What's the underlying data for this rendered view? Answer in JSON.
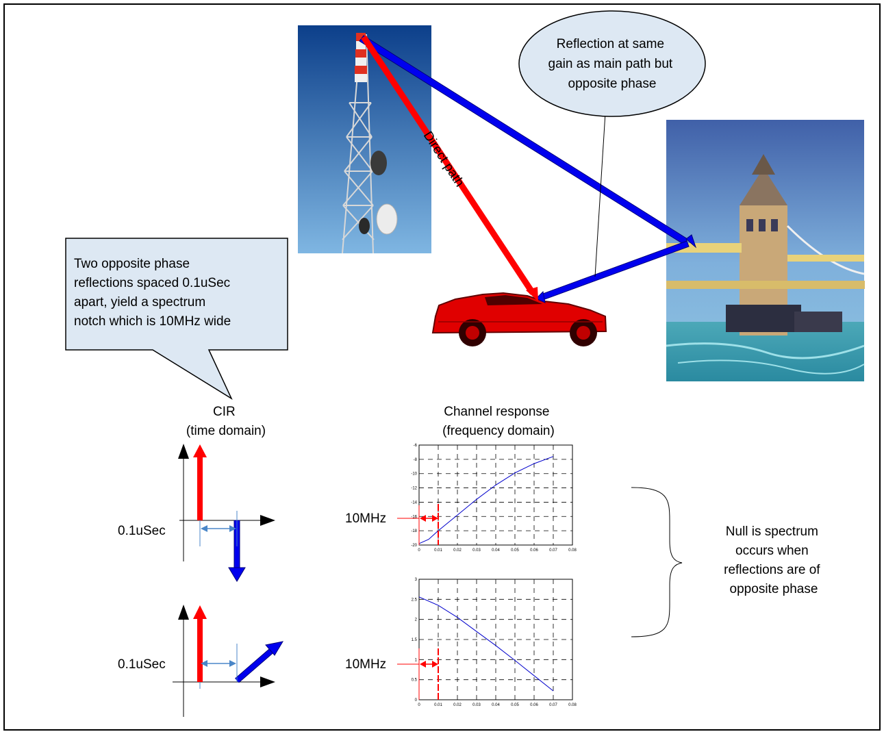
{
  "labels": {
    "reflection_callout": [
      "Reflection at same",
      "gain as main path but",
      "opposite phase"
    ],
    "two_reflections_callout": [
      "Two opposite phase",
      "reflections spaced 0.1uSec",
      "apart, yield a spectrum",
      "notch which is 10MHz wide"
    ],
    "direct_path": "Direct path",
    "cir_title": [
      "CIR",
      "(time domain)"
    ],
    "channel_title": [
      "Channel response",
      "(frequency domain)"
    ],
    "spacing_label": "0.1uSec",
    "notch_width_label": "10MHz",
    "null_note": [
      "Null is spectrum",
      "occurs when",
      "reflections are of",
      "opposite phase"
    ]
  },
  "icons": {
    "tower": "radio-tower-image",
    "car": "red-car-image",
    "bridge": "tower-bridge-image"
  },
  "colors": {
    "direct_path": "#ff0000",
    "reflected_path": "#0000ee",
    "callout_fill": "#dde8f3",
    "spacing_marker": "#4a86c8",
    "curve": "#0000cc"
  },
  "chart_data": [
    {
      "type": "line",
      "title": "",
      "xlim": [
        0,
        0.08
      ],
      "ylim": [
        -20,
        -6
      ],
      "xticks": [
        "0",
        "0.01",
        "0.02",
        "0.03",
        "0.04",
        "0.05",
        "0.06",
        "0.07",
        "0.08"
      ],
      "yticks": [
        "-6",
        "-8",
        "-10",
        "-12",
        "-14",
        "-16",
        "-18",
        "-20"
      ],
      "grid": true,
      "series": [
        {
          "x": [
            0,
            0.005,
            0.01,
            0.02,
            0.03,
            0.04,
            0.05,
            0.06,
            0.07
          ],
          "y": [
            -19.8,
            -19.2,
            -18.0,
            -15.8,
            -13.6,
            -11.6,
            -9.9,
            -8.6,
            -7.6
          ]
        }
      ]
    },
    {
      "type": "line",
      "title": "",
      "xlim": [
        0,
        0.08
      ],
      "ylim": [
        0,
        3
      ],
      "xticks": [
        "0",
        "0.01",
        "0.02",
        "0.03",
        "0.04",
        "0.05",
        "0.06",
        "0.07",
        "0.08"
      ],
      "yticks": [
        "3",
        "2.5",
        "2",
        "1.5",
        "1",
        "0.5",
        "0"
      ],
      "grid": true,
      "series": [
        {
          "x": [
            0,
            0.01,
            0.02,
            0.03,
            0.04,
            0.05,
            0.06,
            0.07
          ],
          "y": [
            2.56,
            2.35,
            2.05,
            1.7,
            1.35,
            0.98,
            0.6,
            0.22
          ]
        }
      ]
    }
  ]
}
